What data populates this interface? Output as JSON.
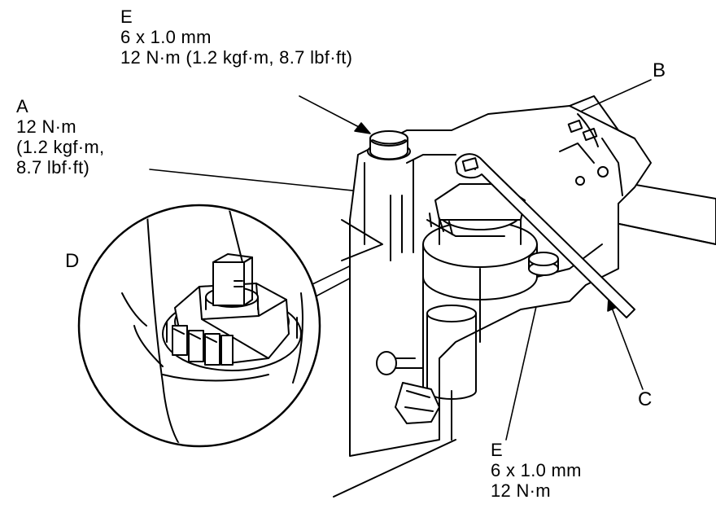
{
  "callouts": {
    "e_top": {
      "letter": "E",
      "size": "6 x 1.0 mm",
      "torque": "12 N·m (1.2 kgf·m, 8.7 lbf·ft)"
    },
    "a": {
      "letter": "A",
      "line1": "12 N·m",
      "line2": "(1.2 kgf·m,",
      "line3": "8.7 lbf·ft)"
    },
    "b": {
      "letter": "B"
    },
    "c": {
      "letter": "C"
    },
    "d": {
      "letter": "D"
    },
    "e_bottom": {
      "letter": "E",
      "size": "6 x 1.0 mm",
      "torque": "12 N·m"
    }
  }
}
